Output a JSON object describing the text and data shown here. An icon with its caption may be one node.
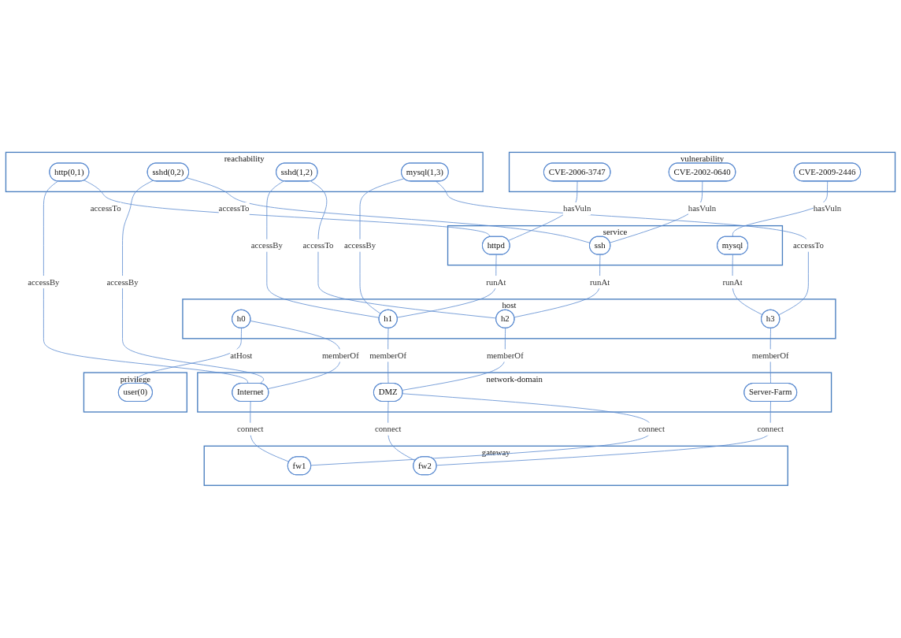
{
  "diagram": {
    "nodes": [
      {
        "text": [
          "vulnerability"
        ]
      },
      {
        "text": [
          "CVE-2006-3747"
        ],
        "in": 0
      },
      {
        "text": [
          "CVE-2002-0640"
        ],
        "in": 0
      },
      {
        "text": [
          "CVE-2009-2446"
        ],
        "in": 0
      },
      {
        "text": [
          "reachability"
        ]
      },
      {
        "text": [
          "http(0,1)"
        ],
        "in": 4
      },
      {
        "text": [
          "sshd(0,2)"
        ],
        "in": 4
      },
      {
        "text": [
          "sshd(1,2)"
        ],
        "in": 4
      },
      {
        "text": [
          "mysql(1,3)"
        ],
        "in": 4
      },
      {
        "text": [
          "service"
        ]
      },
      {
        "text": [
          "httpd"
        ],
        "in": 9
      },
      {
        "text": [
          "ssh"
        ],
        "in": 9
      },
      {
        "text": [
          "mysql"
        ],
        "in": 9
      },
      {
        "text": [
          "host"
        ]
      },
      {
        "text": [
          "h0"
        ],
        "in": 13
      },
      {
        "text": [
          "h1"
        ],
        "in": 13
      },
      {
        "text": [
          "h2"
        ],
        "in": 13
      },
      {
        "text": [
          "h3"
        ],
        "in": 13
      },
      {
        "text": [
          "network-domain"
        ]
      },
      {
        "text": [
          "Internet"
        ],
        "in": 18
      },
      {
        "text": [
          "DMZ"
        ],
        "in": 18
      },
      {
        "text": [
          "Server-Farm"
        ],
        "in": 18
      },
      {
        "text": [
          "gateway"
        ]
      },
      {
        "text": [
          "fw1"
        ],
        "in": 22
      },
      {
        "text": [
          "fw2"
        ],
        "in": 22
      },
      {
        "text": [
          "privilege"
        ]
      },
      {
        "text": [
          "user(0)"
        ],
        "in": 25
      }
    ],
    "edges": [
      {
        "from": 1,
        "to": 10,
        "arrow": "none",
        "label": "hasVuln"
      },
      {
        "from": 2,
        "to": 11,
        "arrow": "none",
        "label": "hasVuln"
      },
      {
        "from": 3,
        "to": 12,
        "arrow": "none",
        "label": "hasVuln"
      },
      {
        "from": 5,
        "to": 10,
        "arrow": "none",
        "label": "accessTo"
      },
      {
        "from": 6,
        "to": 11,
        "arrow": "none",
        "label": "accessTo"
      },
      {
        "from": 7,
        "to": 16,
        "arrow": "none",
        "label": "accessTo"
      },
      {
        "from": 8,
        "to": 17,
        "arrow": "none",
        "label": "accessTo"
      },
      {
        "from": 5,
        "to": 19,
        "arrow": "none",
        "label": "accessBy"
      },
      {
        "from": 7,
        "to": 15,
        "arrow": "none",
        "label": "accessBy"
      },
      {
        "from": 8,
        "to": 15,
        "arrow": "none",
        "label": "accessBy"
      },
      {
        "from": 10,
        "to": 15,
        "arrow": "none",
        "label": "runAt"
      },
      {
        "from": 11,
        "to": 16,
        "arrow": "none",
        "label": "runAt"
      },
      {
        "from": 12,
        "to": 17,
        "arrow": "none",
        "label": "runAt"
      },
      {
        "from": 14,
        "to": 19,
        "arrow": "none",
        "label": "memberOf"
      },
      {
        "from": 6,
        "to": 19,
        "arrow": "none",
        "label": "accessBy"
      },
      {
        "from": 15,
        "to": 20,
        "arrow": "none",
        "label": "memberOf"
      },
      {
        "from": 16,
        "to": 20,
        "arrow": "none",
        "label": "memberOf"
      },
      {
        "from": 17,
        "to": 21,
        "arrow": "none",
        "label": "memberOf"
      },
      {
        "from": 19,
        "to": 23,
        "arrow": "none",
        "label": "connect"
      },
      {
        "from": 20,
        "to": 23,
        "arrow": "none",
        "label": "connect"
      },
      {
        "from": 20,
        "to": 24,
        "arrow": "none",
        "label": "connect"
      },
      {
        "from": 21,
        "to": 24,
        "arrow": "none",
        "label": "connect"
      },
      {
        "from": 14,
        "to": 26,
        "arrow": "none",
        "label": "atHost"
      }
    ]
  }
}
